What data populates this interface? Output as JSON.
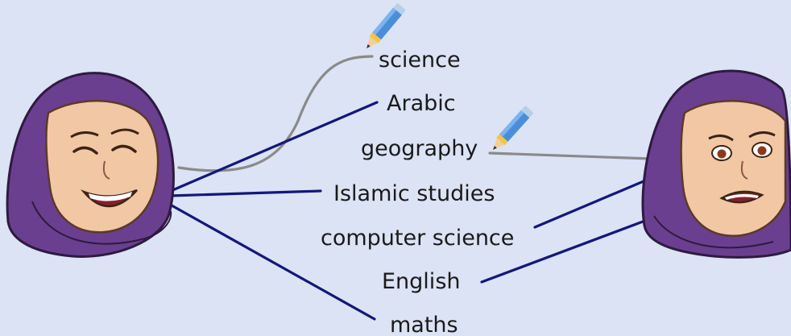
{
  "subjects": {
    "science": "science",
    "arabic": "Arabic",
    "geography": "geography",
    "islamic_studies": "Islamic studies",
    "computer_science": "computer science",
    "english": "English",
    "maths": "maths"
  },
  "colors": {
    "background": "#dbe3f5",
    "connector_navy": "#14177a",
    "connector_grey": "#8a8a8a",
    "hijab_purple": "#6b3f8f",
    "skin": "#f2c7a3"
  },
  "figures": {
    "left": {
      "expression": "laughing"
    },
    "right": {
      "expression": "displeased"
    }
  },
  "icons": [
    "pencil-icon",
    "pencil-icon"
  ]
}
